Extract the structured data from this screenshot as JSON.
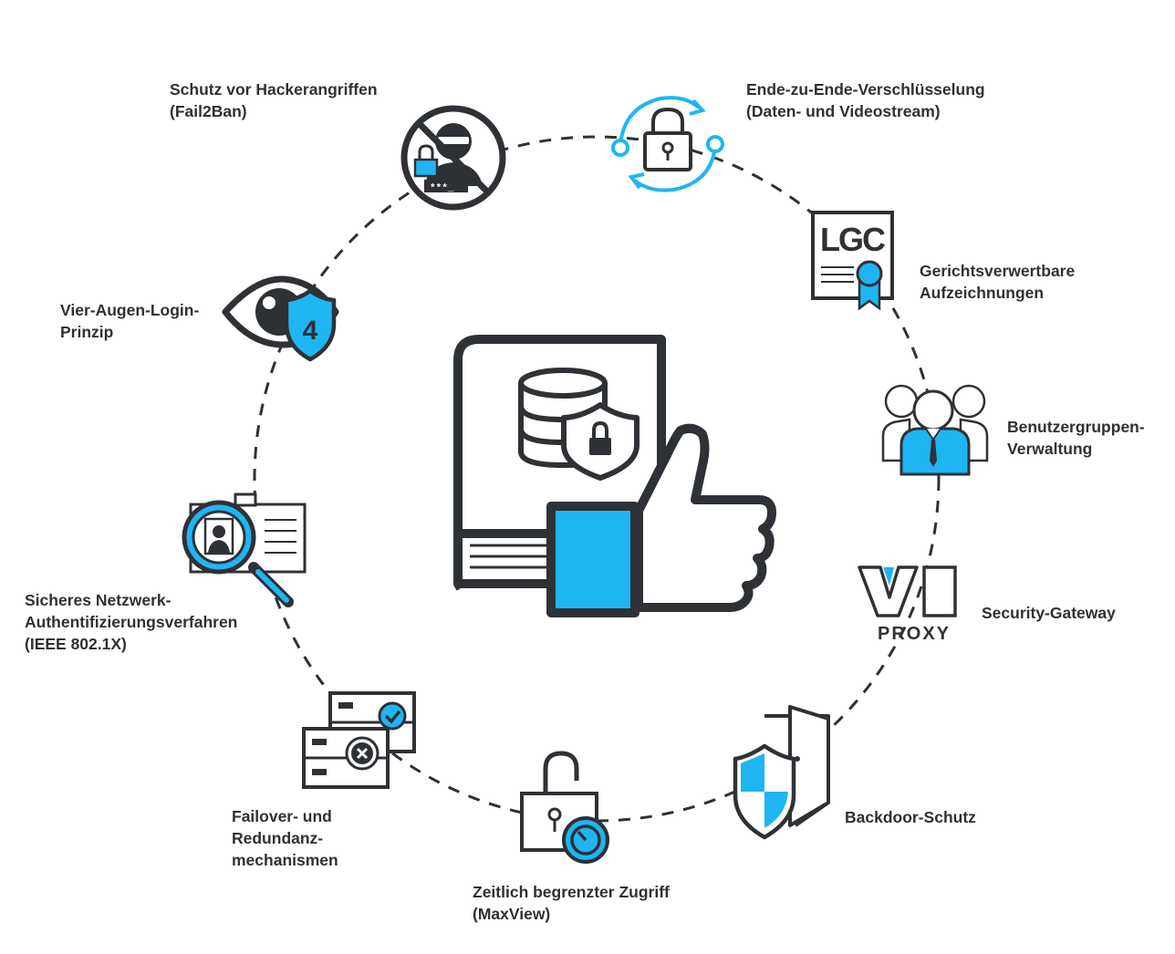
{
  "colors": {
    "dark": "#2e3135",
    "accent": "#1fb5f3",
    "background": "#ffffff"
  },
  "center": {
    "icon": "book-database-lock-thumbs-up-icon"
  },
  "features": [
    {
      "icon": "hacker-blocked-icon",
      "lines": [
        "Schutz vor Hackerangriffen",
        "(Fail2Ban)"
      ]
    },
    {
      "icon": "padlock-sync-icon",
      "lines": [
        "Ende-zu-Ende-Verschlüsselung",
        "(Daten- und Videostream)"
      ]
    },
    {
      "icon": "lgc-certificate-icon",
      "badge_text": "LGC",
      "lines": [
        "Gerichtsverwertbare",
        "Aufzeichnungen"
      ]
    },
    {
      "icon": "user-group-icon",
      "lines": [
        "Benutzergruppen-",
        "Verwaltung"
      ]
    },
    {
      "icon": "vi-proxy-logo-icon",
      "logo_text": "VI",
      "logo_subtext": "PROXY",
      "lines": [
        "Security-Gateway"
      ]
    },
    {
      "icon": "shield-door-icon",
      "lines": [
        "Backdoor-Schutz"
      ]
    },
    {
      "icon": "lock-timer-icon",
      "lines": [
        "Zeitlich begrenzter Zugriff",
        "(MaxView)"
      ]
    },
    {
      "icon": "server-failover-icon",
      "lines": [
        "Failover- und",
        "Redundanz-",
        "mechanismen"
      ]
    },
    {
      "icon": "id-card-magnifier-icon",
      "lines": [
        "Sicheres Netzwerk-",
        "Authentifizierungsverfahren",
        "(IEEE 802.1X)"
      ]
    },
    {
      "icon": "eye-shield-icon",
      "badge_text": "4",
      "lines": [
        "Vier-Augen-Login-",
        "Prinzip"
      ]
    }
  ]
}
